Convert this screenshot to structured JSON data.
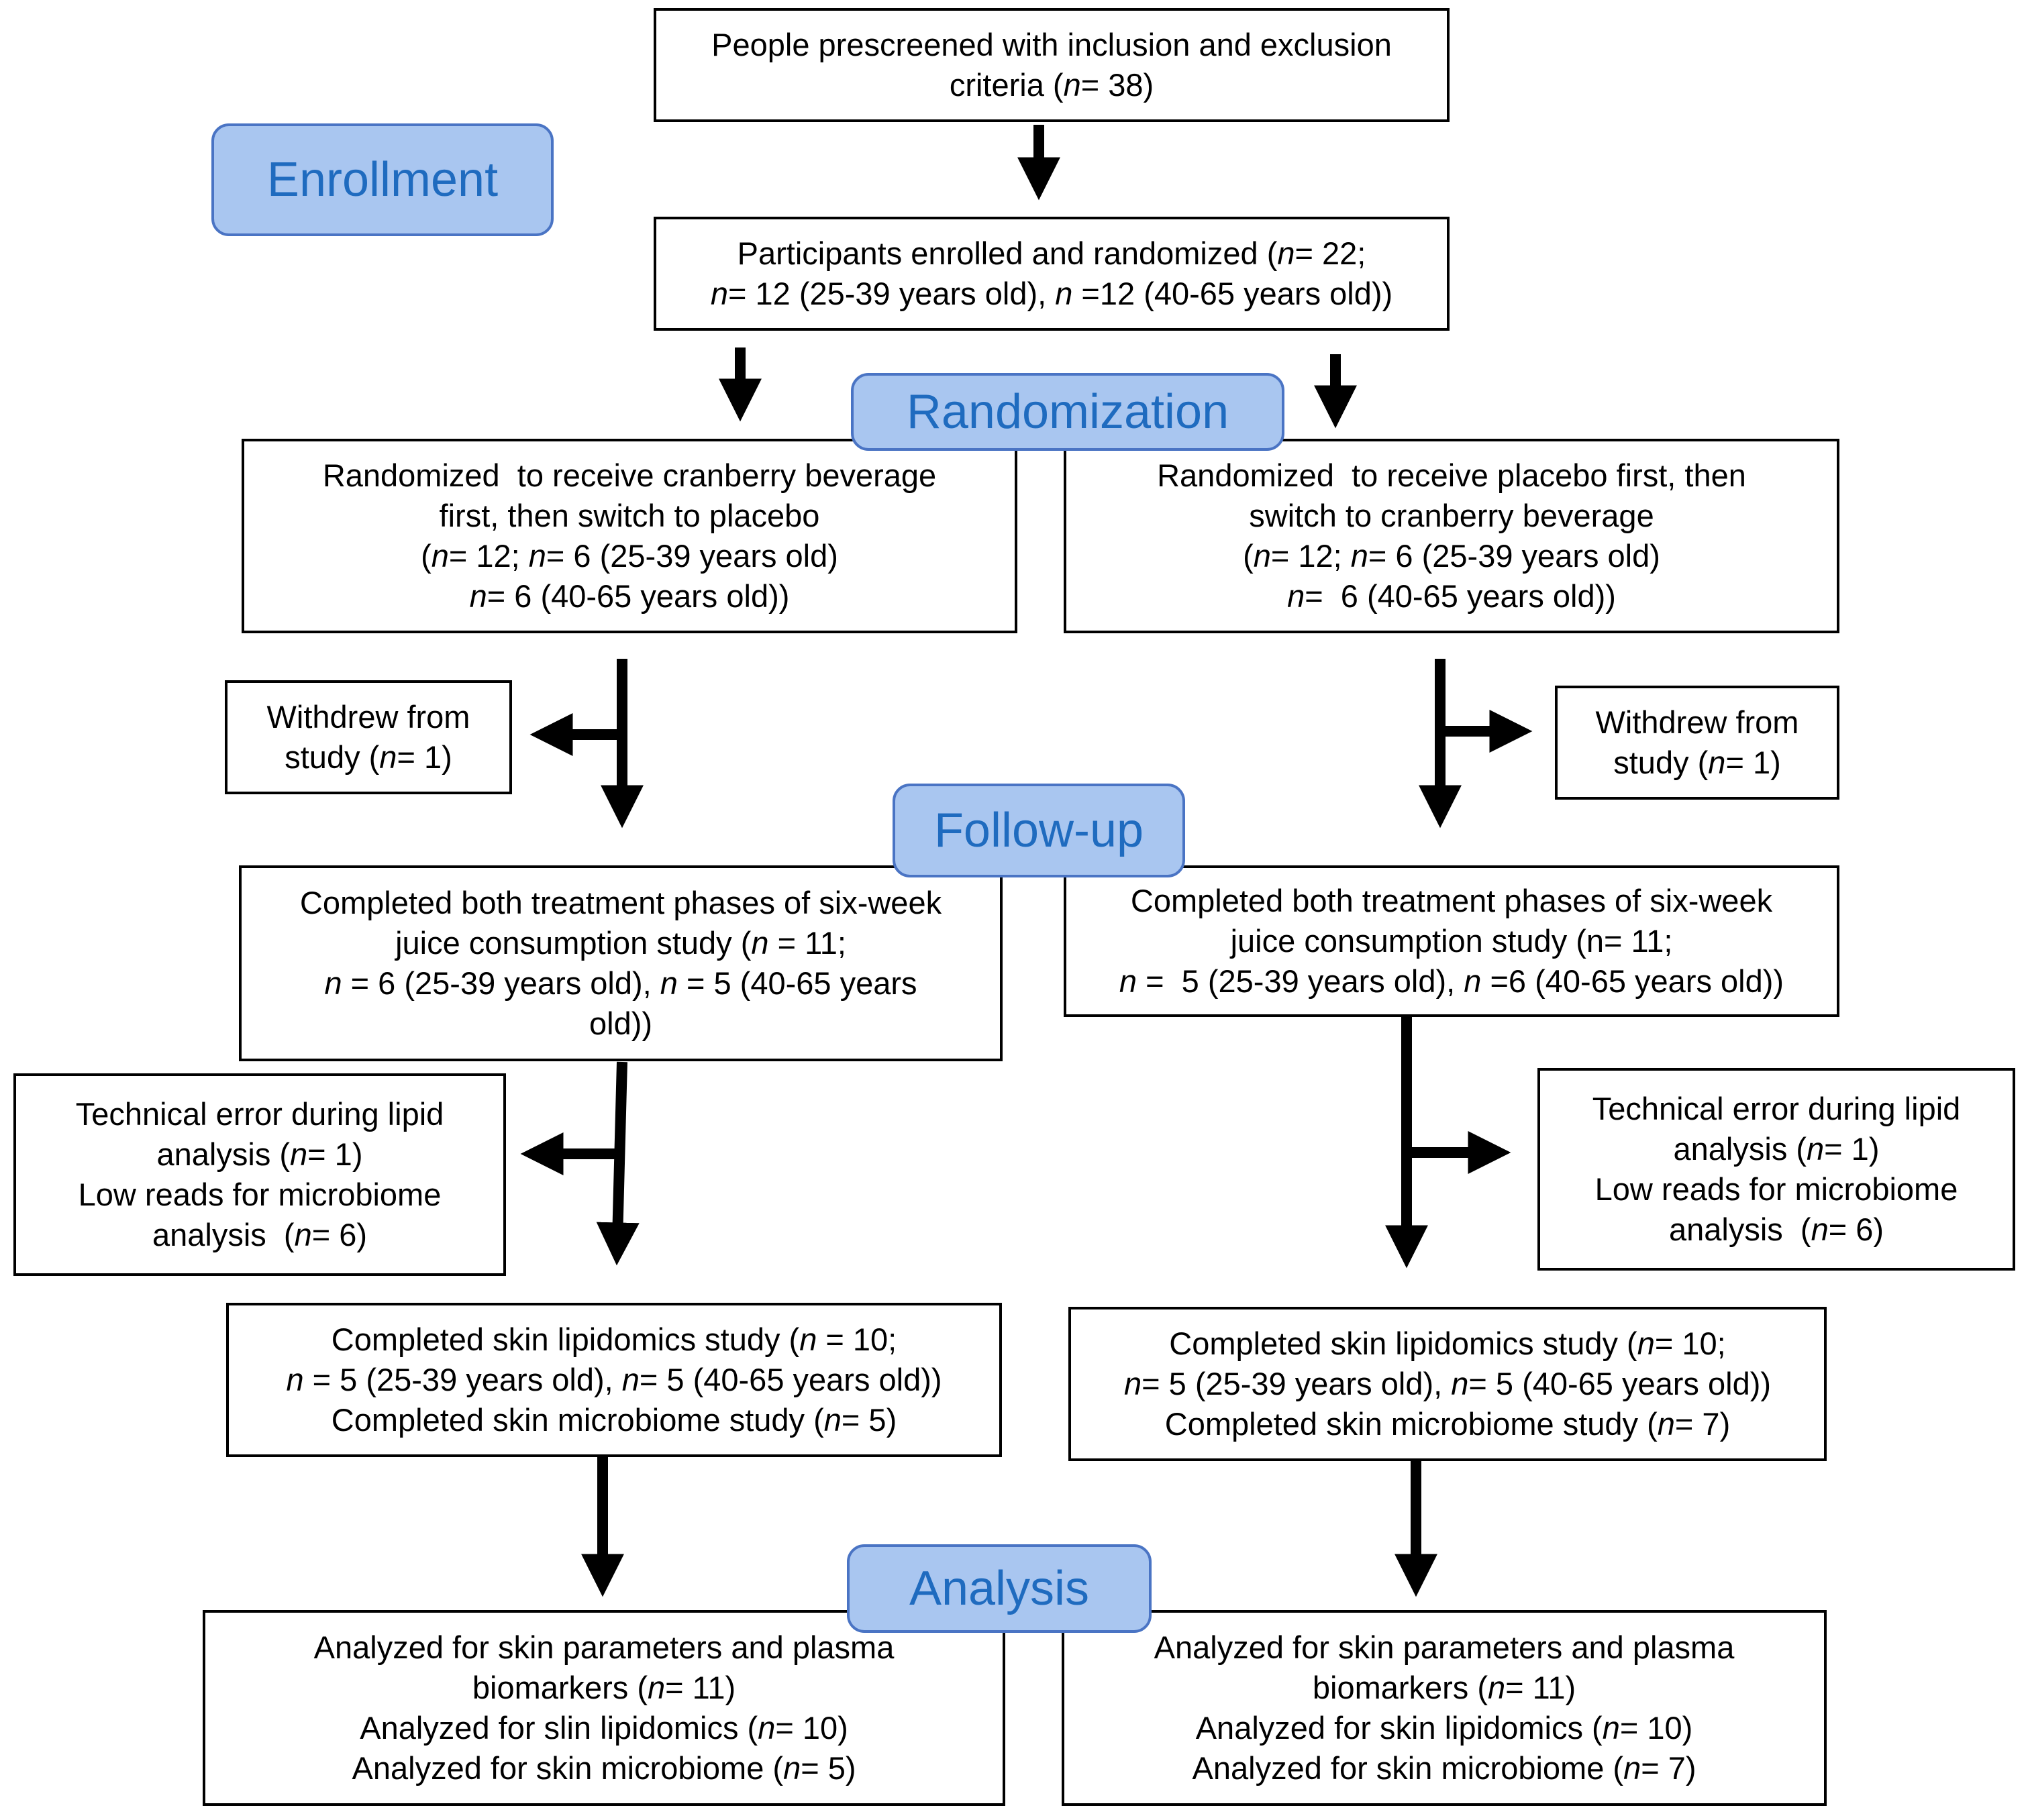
{
  "stages": {
    "enrollment": "Enrollment",
    "randomization": "Randomization",
    "followup": "Follow-up",
    "analysis": "Analysis"
  },
  "colors": {
    "stage_fill": "#a9c6f0",
    "stage_border": "#4a74c4",
    "stage_text": "#1f6bbf",
    "box_border": "#000000",
    "arrow": "#000000"
  },
  "boxes": {
    "prescreened": [
      "People prescreened with inclusion and exclusion",
      "criteria (|n|= 38)"
    ],
    "enrolled": [
      "Participants enrolled and randomized (|n|= 22;",
      "|n|= 12 (25-39 years old), |n| =12 (40-65 years old))"
    ],
    "left_randomized": [
      "Randomized  to receive cranberry beverage",
      "first, then switch to placebo",
      "(|n|= 12; |n|= 6 (25-39 years old)",
      "|n|= 6 (40-65 years old))"
    ],
    "right_randomized": [
      "Randomized  to receive placebo first, then",
      "switch to cranberry beverage",
      "(|n|= 12; |n|= 6 (25-39 years old)",
      "|n|=  6 (40-65 years old))"
    ],
    "left_withdrew": [
      "Withdrew from",
      "study (|n|= 1)"
    ],
    "right_withdrew": [
      "Withdrew from",
      "study (|n|= 1)"
    ],
    "left_completed": [
      "Completed both treatment phases of six-week",
      "juice consumption study (|n| = 11;",
      "|n| = 6 (25-39 years old), |n| = 5 (40-65 years",
      "old))"
    ],
    "right_completed": [
      "Completed both treatment phases of six-week",
      "juice consumption study (n= 11;",
      "|n| =  5 (25-39 years old), |n| =6 (40-65 years old))"
    ],
    "left_error": [
      "Technical error during lipid",
      "analysis (|n|= 1)",
      "Low reads for microbiome",
      "analysis  (|n|= 6)"
    ],
    "right_error": [
      "Technical error during lipid",
      "analysis (|n|= 1)",
      "Low reads for microbiome",
      "analysis  (|n|= 6)"
    ],
    "left_lipidomics": [
      "Completed skin lipidomics study (|n| = 10;",
      "|n| = 5 (25-39 years old), |n|= 5 (40-65 years old))",
      "Completed skin microbiome study (|n|= 5)"
    ],
    "right_lipidomics": [
      "Completed skin lipidomics study (|n|= 10;",
      "|n|= 5 (25-39 years old), |n|= 5 (40-65 years old))",
      "Completed skin microbiome study (|n|= 7)"
    ],
    "left_analyzed": [
      "Analyzed for skin parameters and plasma",
      "biomarkers (|n|= 11)",
      "Analyzed for slin lipidomics (|n|= 10)",
      "Analyzed for skin microbiome (|n|= 5)"
    ],
    "right_analyzed": [
      "Analyzed for skin parameters and plasma",
      "biomarkers (|n|= 11)",
      "Analyzed for skin lipidomics (|n|= 10)",
      "Analyzed for skin microbiome (|n|= 7)"
    ]
  }
}
